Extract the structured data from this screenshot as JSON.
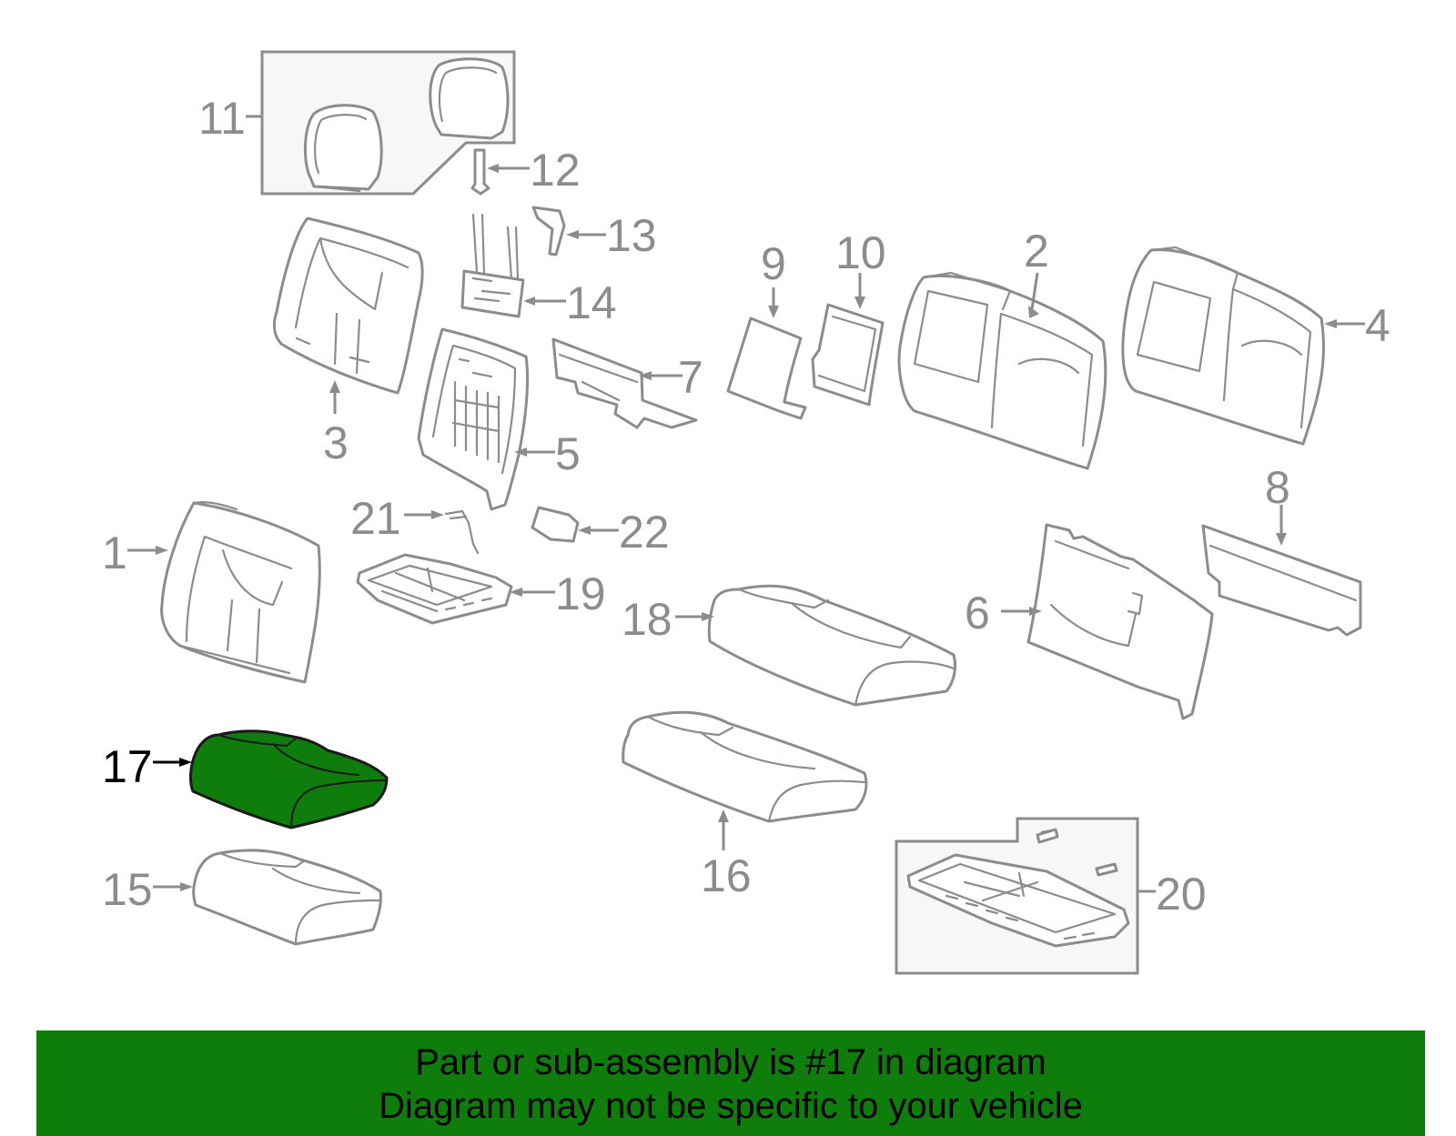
{
  "colors": {
    "highlight": "#0f7d0c",
    "line": "#8c8c8c",
    "banner": "#0f7d0c",
    "banner_text": "#000000"
  },
  "highlighted_callout": "17",
  "callouts": {
    "c1": "1",
    "c2": "2",
    "c3": "3",
    "c4": "4",
    "c5": "5",
    "c6": "6",
    "c7": "7",
    "c8": "8",
    "c9": "9",
    "c10": "10",
    "c11": "11",
    "c12": "12",
    "c13": "13",
    "c14": "14",
    "c15": "15",
    "c16": "16",
    "c17": "17",
    "c18": "18",
    "c19": "19",
    "c20": "20",
    "c21": "21",
    "c22": "22"
  },
  "footer": {
    "line1": "Part or sub-assembly is #17 in diagram",
    "line2": "Diagram may not be specific to your vehicle"
  }
}
